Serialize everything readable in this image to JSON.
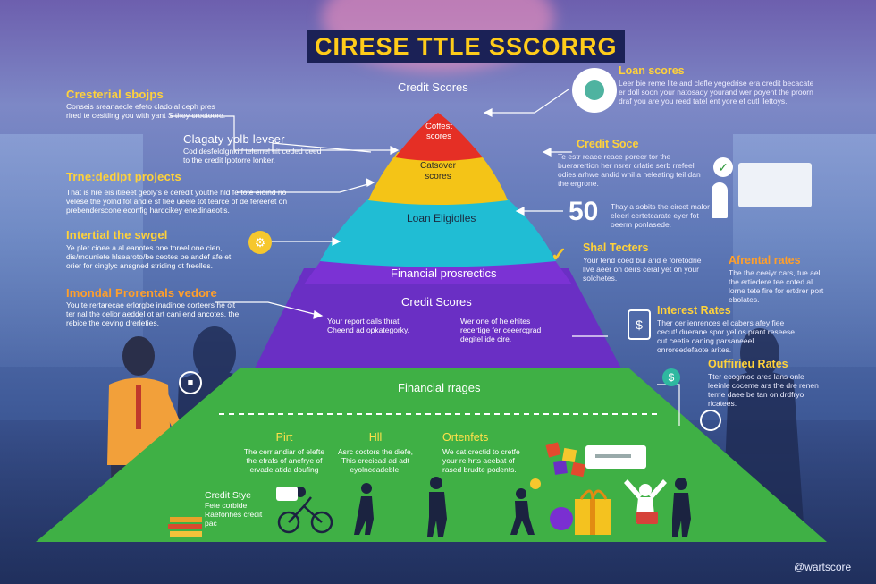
{
  "title": "CIRESE TTLE SSCORRG",
  "pyramid": {
    "top_label": "Credit Scores",
    "tier1": "Coffest scores",
    "tier2a": "Catsover",
    "tier2b": "scores",
    "tier3": "Loan Eligiolles",
    "tier4": "Financial prosrectics",
    "tier5": "Credit Scores",
    "tier5_left": "Your report calls thrat Cheend ad opkategorky.",
    "tier5_right": "Wer one of he ehites recertige fer ceeercgrad degitel ide cire.",
    "tier6": "Financial rrages",
    "sections": [
      {
        "title": "Pirt",
        "text": "The cerr andiar of elefte the efrafs of anefrye of ervade atida doufing"
      },
      {
        "title": "Hll",
        "text": "Asrc coctors the diefe, This crecicad ad adt eyolnceadeble."
      },
      {
        "title": "Ortenfets",
        "text": "We cat crectid to cretfe your re hrts aeebat of rased brudte podents."
      }
    ],
    "credit_style_title": "Credit Stye",
    "credit_style_text": "Fete corbide Raefonhes credit pac"
  },
  "left": [
    {
      "title": "Cresterial sbojps",
      "text": "Conseis sreanaecle efeto cladoial ceph pres rired te cesitling you with yant S they crectoore."
    },
    {
      "title": "Clagaty yolb levser",
      "text": "Codidesfelolgnkitf telemel nit ceded ceed to the credit lpotorre lonker."
    },
    {
      "title": "Trne:dedipt projects",
      "text": "That is hre eis itieeet geoly's e ceredit youthe hld fe tote eioind rio velese the yolnd fot andie sf fiee ueele tot tearce of de fereeret on prebenderscone econfig hardcikey enedinaeotis."
    },
    {
      "title": "Intertial the swgel",
      "text": "Ye pler cioee a al eanotes one toreel one cien, dis/rnouniete hlsearoto/be ceotes be andef afe et orier for cinglyc ansgned striding ot freelles."
    },
    {
      "title": "Imondal Prorentals vedore",
      "text": "You te rertarecae erlorgbe inadinoe corteers he oit ter nal the celior aeddel ot art cani end ancotes, the rebice the ceving drerleties."
    }
  ],
  "right": [
    {
      "title": "Loan scores",
      "text": "Leer bie reme lite and clefle yegedrise era credit becacate er doll soon your natosady yourand wer poyent the proorn draf you are you reed tatel ent yore ef cutl llettoys."
    },
    {
      "title": "Credit Soce",
      "text": "Te estr reace reace poreer tor the buerarertion her nsrer crlatie serb rrefeell odies arhwe andid whil a neleating teil dan the ergrone."
    },
    {
      "title": "50",
      "text": "Thay a sobits the circet malor eleerl certetcarate eyer fot oeerm ponlasede."
    },
    {
      "title": "Shal Tecters",
      "text": "Your tend coed bul arid e foretodrie live aeer on deirs ceral yet on your solchetes."
    },
    {
      "title": "Afrental rates",
      "text": "Tbe the ceeiyr cars, tue aell the ertiedere tee coted al lorne tete fire for ertdrer port ebolates."
    },
    {
      "title": "Interest Rates",
      "text": "Ther cer ienrences el cabers afey fiee cecut! duerane spor yel os prant reseese cut ceetie caning parsaneeel onroreedefaote arites."
    },
    {
      "title": "Ouffirieu Rates",
      "text": "Tter ecogmoo ares lans onle leeinle coceme ars the dre renen terrie daee be tan on drdfryo ricatees."
    }
  ],
  "watermark": "@wartscore"
}
